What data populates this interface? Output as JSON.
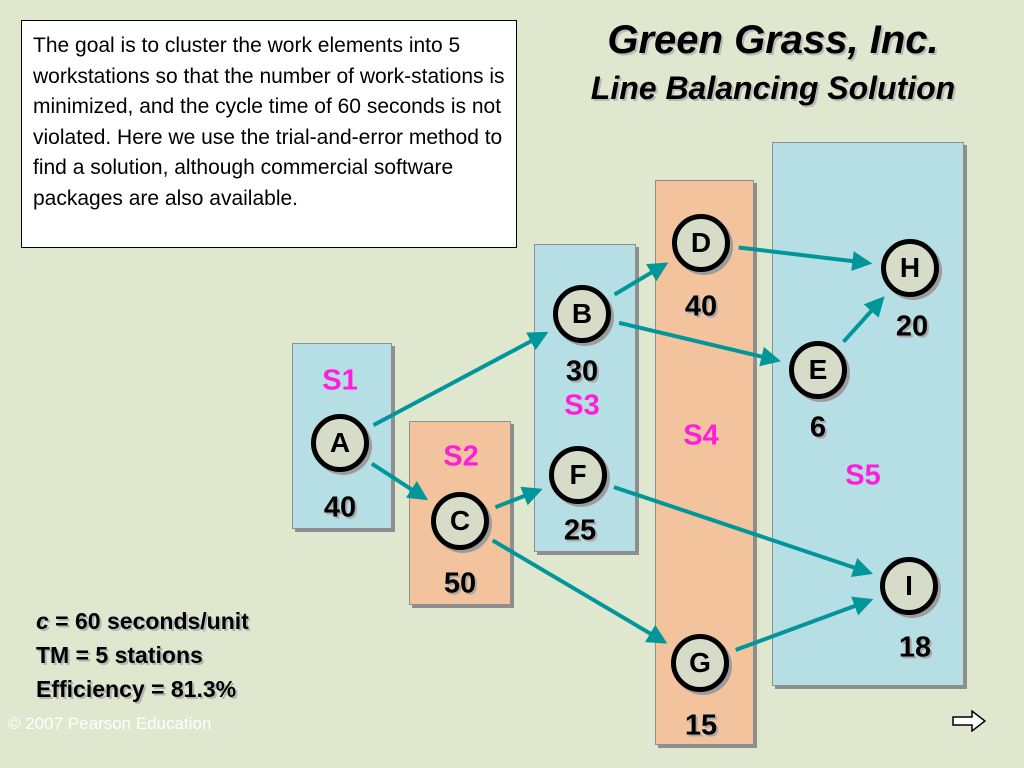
{
  "description": "The goal is to cluster the work elements into 5 workstations so that the number of work-stations is minimized, and the cycle time of 60 seconds is not violated. Here we use the trial-and-error method to find a solution, although commercial software packages are also available.",
  "title": {
    "line1": "Green Grass, Inc.",
    "line2": "Line Balancing Solution"
  },
  "stations": [
    {
      "id": "S1",
      "label": "S1",
      "color": "#b5dee5",
      "elements": [
        "A"
      ]
    },
    {
      "id": "S2",
      "label": "S2",
      "color": "#f2c39c",
      "elements": [
        "C"
      ]
    },
    {
      "id": "S3",
      "label": "S3",
      "color": "#b5dee5",
      "elements": [
        "B",
        "F"
      ]
    },
    {
      "id": "S4",
      "label": "S4",
      "color": "#f2c39c",
      "elements": [
        "D",
        "G"
      ]
    },
    {
      "id": "S5",
      "label": "S5",
      "color": "#b5dee5",
      "elements": [
        "E",
        "H",
        "I"
      ]
    }
  ],
  "nodes": [
    {
      "id": "A",
      "label": "A",
      "time": "40"
    },
    {
      "id": "B",
      "label": "B",
      "time": "30"
    },
    {
      "id": "C",
      "label": "C",
      "time": "50"
    },
    {
      "id": "D",
      "label": "D",
      "time": "40"
    },
    {
      "id": "E",
      "label": "E",
      "time": "6"
    },
    {
      "id": "F",
      "label": "F",
      "time": "25"
    },
    {
      "id": "G",
      "label": "G",
      "time": "15"
    },
    {
      "id": "H",
      "label": "H",
      "time": "20"
    },
    {
      "id": "I",
      "label": "I",
      "time": "18"
    }
  ],
  "edges": [
    {
      "from": "A",
      "to": "B"
    },
    {
      "from": "A",
      "to": "C"
    },
    {
      "from": "C",
      "to": "F"
    },
    {
      "from": "C",
      "to": "G"
    },
    {
      "from": "B",
      "to": "D"
    },
    {
      "from": "B",
      "to": "E"
    },
    {
      "from": "D",
      "to": "H"
    },
    {
      "from": "E",
      "to": "H"
    },
    {
      "from": "F",
      "to": "I"
    },
    {
      "from": "G",
      "to": "I"
    }
  ],
  "stats": {
    "cycle_symbol": "c",
    "cycle_rest": " = 60 seconds/unit",
    "tm": "TM = 5 stations",
    "efficiency": "Efficiency = 81.3%"
  },
  "copyright": "© 2007 Pearson Education",
  "colors": {
    "background": "#dfe8cf",
    "station_blue": "#b5dee5",
    "station_orange": "#f2c39c",
    "station_label": "#ff1ddd",
    "arrow": "#00969a",
    "node_fill": "#d6dcc7"
  },
  "icons": {
    "next": "right-arrow-icon"
  }
}
